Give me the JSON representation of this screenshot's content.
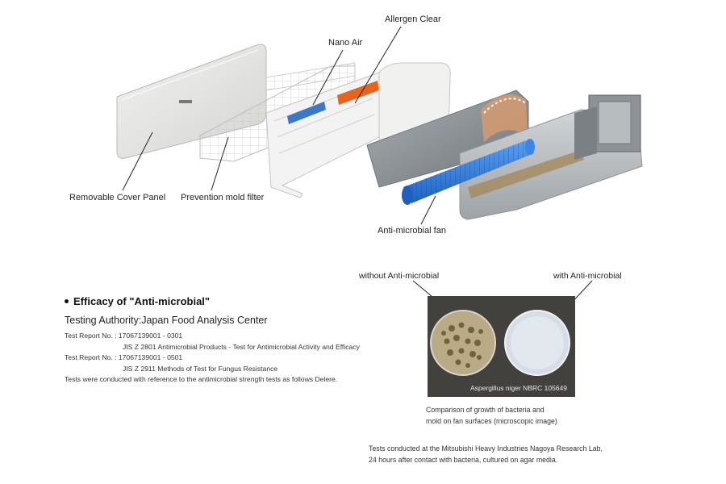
{
  "diagram": {
    "callouts": {
      "allergen_clear": "Allergen Clear",
      "nano_air": "Nano Air",
      "cover_panel": "Removable Cover Panel",
      "mold_filter": "Prevention mold filter",
      "fan": "Anti-microbial fan"
    },
    "colors": {
      "panel": "#e6e6e4",
      "filter_blue": "#3a78c9",
      "filter_orange": "#e8641e",
      "fan_blue": "#2f7fe0",
      "chassis": "#bfc3c6"
    }
  },
  "efficacy": {
    "heading": "Efficacy of \"Anti-microbial\"",
    "authority": "Testing Authority:Japan Food Analysis Center",
    "report1_label": "Test Report No. : 17067139001 - 0301",
    "report1_standard": "JIS Z 2801 Antimicrobial Products - Test for Antimicrobial Activity and Efficacy",
    "report2_label": "Test Report No. : 17067139001 - 0501",
    "report2_standard": "JIS Z 2911 Methods of Test for Fungus Resistance",
    "note": "Tests were conducted with reference to the antimicrobial strength tests as follows Delere."
  },
  "comparison": {
    "without_label": "without Anti-microbial",
    "with_label": "with Anti-microbial",
    "photo_caption": "Aspergillus niger NBRC 105649",
    "caption_line1": "Comparison of growth of bacteria and",
    "caption_line2": "mold on fan surfaces (microscopic image)",
    "footnote_line1": "Tests conducted at the Mitsubishi Heavy Industries Nagoya Research Lab,",
    "footnote_line2": "24 hours after contact with bacteria, cultured on agar media."
  }
}
